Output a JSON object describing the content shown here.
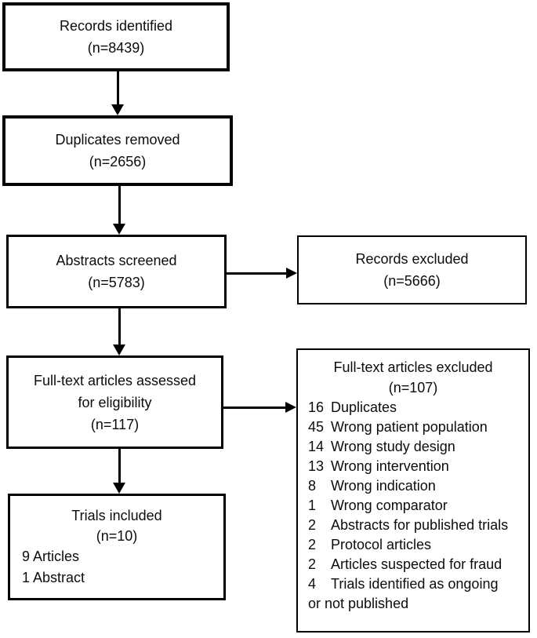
{
  "diagram": {
    "type": "prisma-flowchart",
    "colors": {
      "border": "#000000",
      "text": "#0c0c0c",
      "background": "#ffffff"
    },
    "boxes": {
      "records_identified": {
        "line1": "Records identified",
        "line2": "(n=8439)"
      },
      "duplicates_removed": {
        "line1": "Duplicates removed",
        "line2": "(n=2656)"
      },
      "abstracts_screened": {
        "line1": "Abstracts screened",
        "line2": "(n=5783)"
      },
      "records_excluded": {
        "line1": "Records excluded",
        "line2": "(n=5666)"
      },
      "fulltext_assessed": {
        "line1": "Full-text articles assessed",
        "line2": "for eligibility",
        "line3": "(n=117)"
      },
      "trials_included": {
        "title": "Trials included",
        "count": "(n=10)",
        "items": [
          "9 Articles",
          "1 Abstract"
        ]
      },
      "fulltext_excluded": {
        "title": "Full-text articles excluded",
        "count": "(n=107)",
        "reasons": [
          {
            "num": "16",
            "label": "Duplicates"
          },
          {
            "num": "45",
            "label": "Wrong patient population"
          },
          {
            "num": "14",
            "label": "Wrong study design"
          },
          {
            "num": "13",
            "label": "Wrong intervention"
          },
          {
            "num": "8",
            "label": "Wrong indication"
          },
          {
            "num": "1",
            "label": "Wrong comparator"
          },
          {
            "num": "2",
            "label": "Abstracts for published trials"
          },
          {
            "num": "2",
            "label": "Protocol articles"
          },
          {
            "num": "2",
            "label": "Articles suspected for fraud"
          },
          {
            "num": "4",
            "label": "Trials identified as ongoing"
          }
        ],
        "continuation": "or not published"
      }
    }
  }
}
